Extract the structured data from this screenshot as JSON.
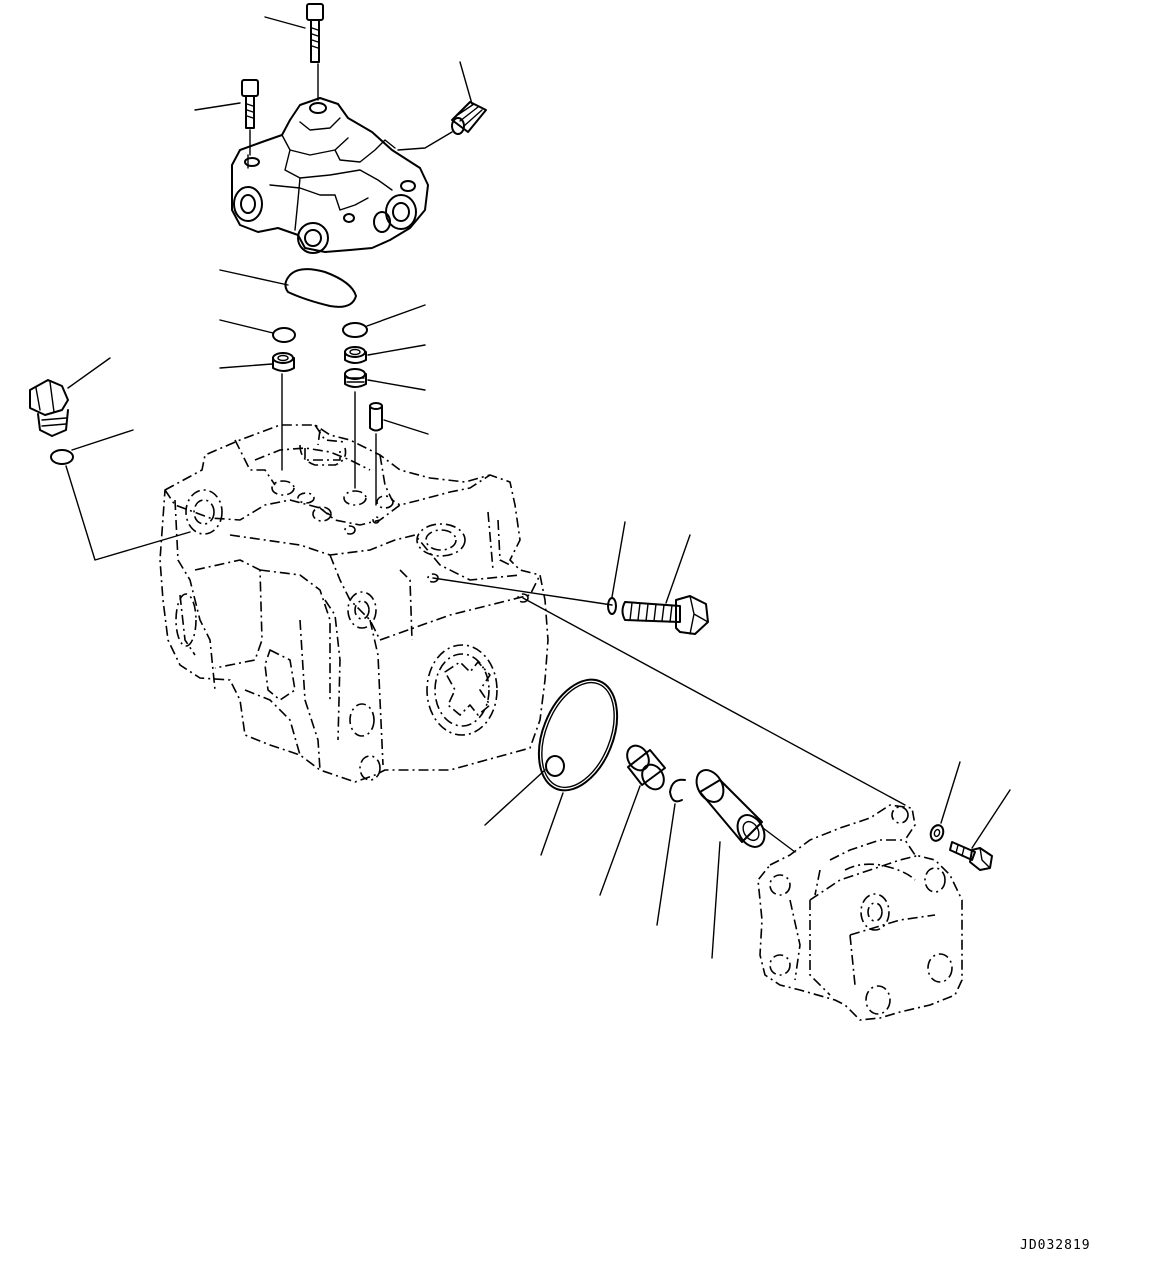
{
  "drawing": {
    "code": "JD032819",
    "type": "exploded-parts-diagram"
  },
  "parts": [
    "valve-body",
    "bolt",
    "bolt",
    "adjuster-screw",
    "gasket",
    "o-ring",
    "o-ring",
    "spacer",
    "spacer",
    "orifice",
    "dowel-pin",
    "plug",
    "o-ring",
    "pump-housing",
    "o-ring",
    "flange-bolt",
    "o-ring",
    "o-ring",
    "bushing",
    "snap-ring",
    "coupling",
    "pump-cover",
    "washer",
    "bolt"
  ]
}
